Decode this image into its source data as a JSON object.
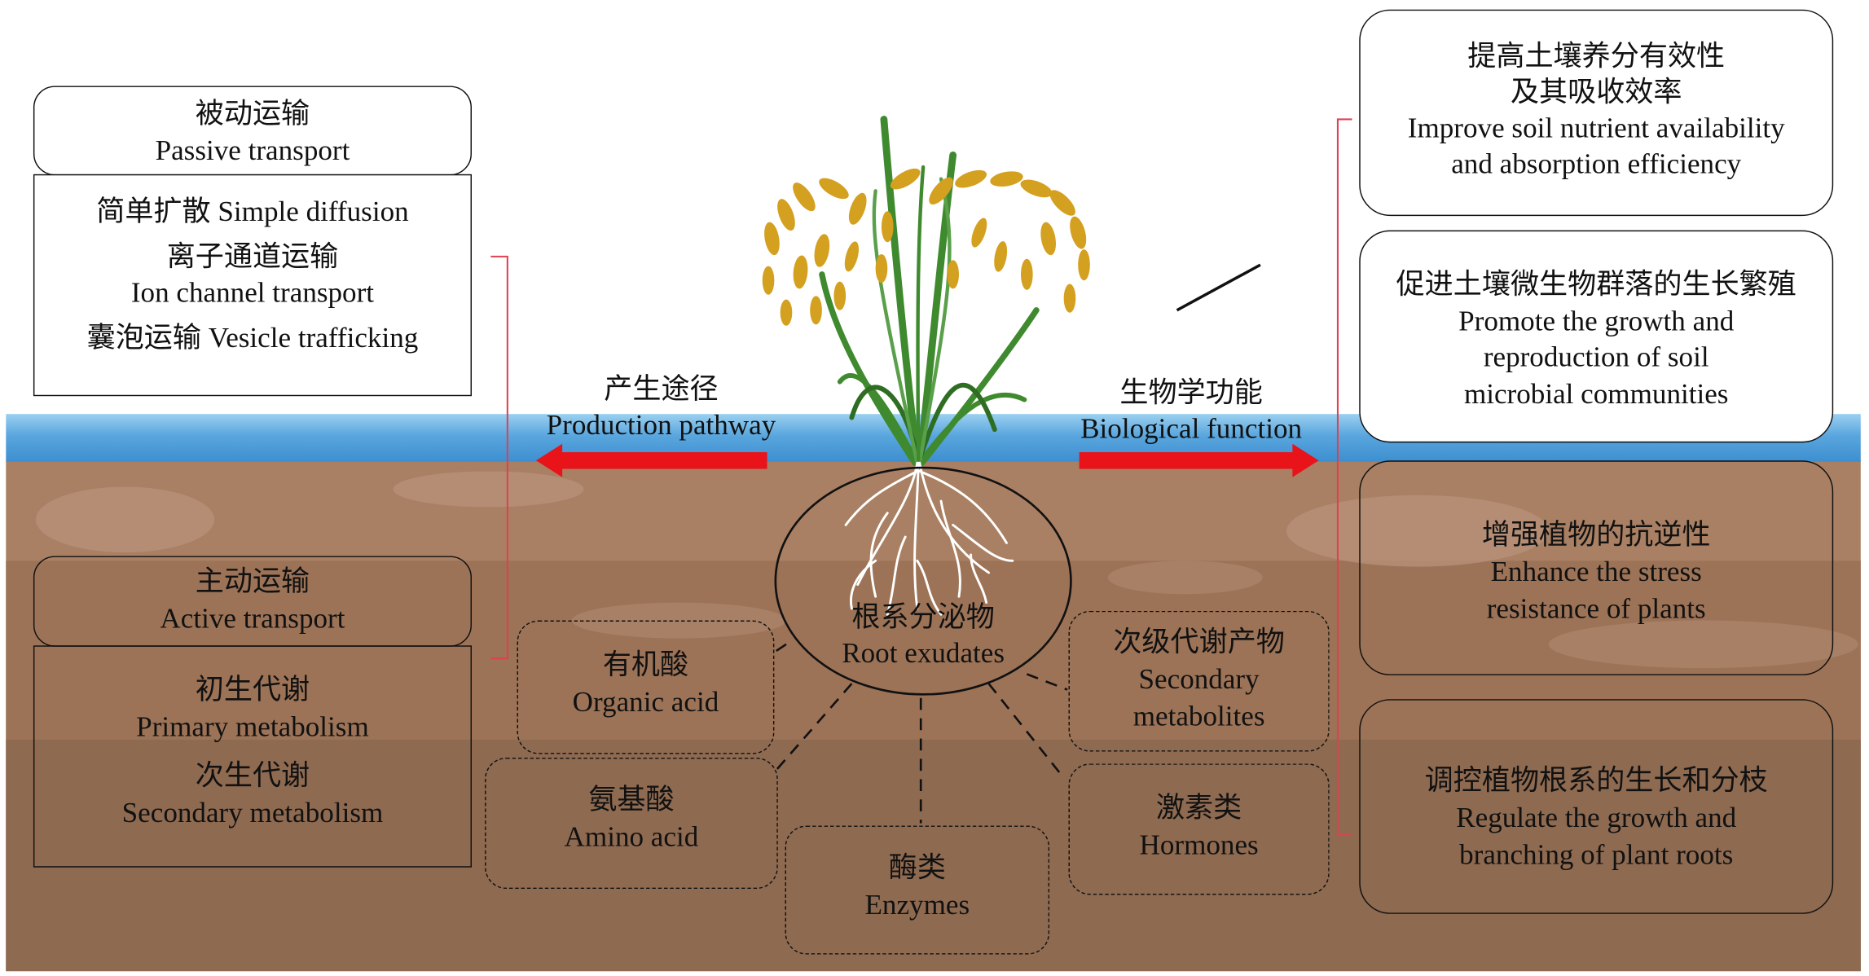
{
  "left_panel": {
    "passive": {
      "zh": "被动运输",
      "en": "Passive transport"
    },
    "passive_items": [
      "简单扩散 Simple diffusion",
      "离子通道运输",
      "Ion channel transport",
      "囊泡运输 Vesicle trafficking"
    ],
    "active": {
      "zh": "主动运输",
      "en": "Active transport"
    },
    "active_items": [
      "初生代谢",
      "Primary metabolism",
      "次生代谢",
      "Secondary metabolism"
    ]
  },
  "production": {
    "zh": "产生途径",
    "en": "Production pathway"
  },
  "biological": {
    "zh": "生物学功能",
    "en": "Biological function"
  },
  "center": {
    "zh": "根系分泌物",
    "en": "Root exudates"
  },
  "exudates": {
    "organic_acid": {
      "zh": "有机酸",
      "en": "Organic acid"
    },
    "amino_acid": {
      "zh": "氨基酸",
      "en": "Amino acid"
    },
    "enzymes": {
      "zh": "酶类",
      "en": "Enzymes"
    },
    "secondary": {
      "zh": "次级代谢产物",
      "en1": "Secondary",
      "en2": "metabolites"
    },
    "hormones": {
      "zh": "激素类",
      "en": "Hormones"
    }
  },
  "functions": [
    {
      "lines": [
        "提高土壤养分有效性",
        "及其吸收效率",
        "Improve soil nutrient availability",
        "and absorption efficiency"
      ]
    },
    {
      "lines": [
        "促进土壤微生物群落的生长繁殖",
        "Promote the growth and",
        "reproduction of soil",
        "microbial communities"
      ]
    },
    {
      "lines": [
        "增强植物的抗逆性",
        "Enhance the stress",
        "resistance of plants"
      ]
    },
    {
      "lines": [
        "调控植物根系的生长和分枝",
        "Regulate the growth and",
        "branching of plant roots"
      ]
    }
  ],
  "colors": {
    "arrow": "#e8141a",
    "bracket": "#e04050",
    "water": "#4f9fdc",
    "soil": "#a98063",
    "leaf": "#3f8a2f",
    "grain": "#d4a020"
  },
  "icons": [
    "rice-plant-icon",
    "root-system-icon",
    "arrow-left-icon",
    "arrow-right-icon"
  ]
}
